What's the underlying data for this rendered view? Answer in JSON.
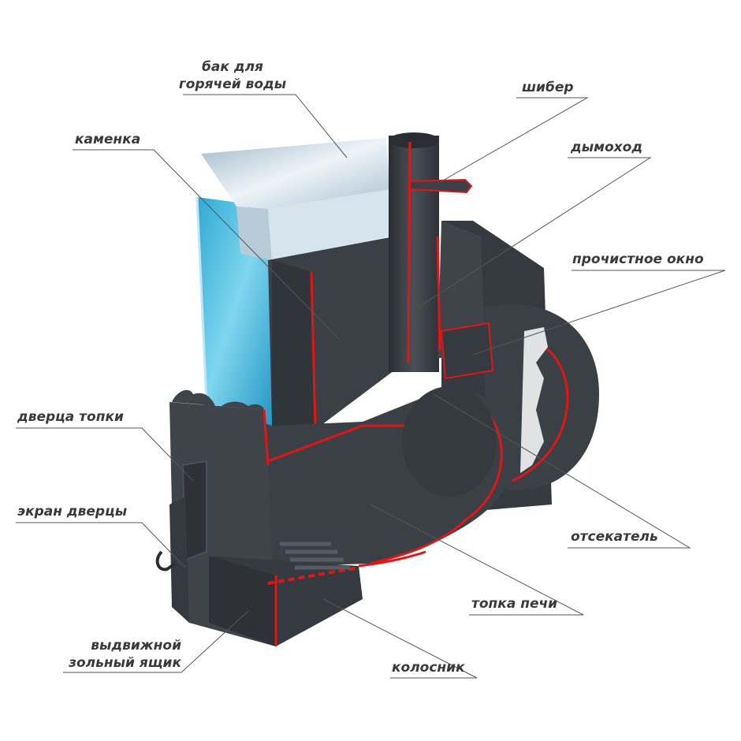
{
  "labels": {
    "hot_water_tank": "бак для\nгорячей воды",
    "heater_stones": "каменка",
    "damper": "шибер",
    "chimney": "дымоход",
    "cleaning_window": "прочистное окно",
    "firebox_door": "дверца топки",
    "door_screen": "экран дверцы",
    "cutter": "отсекатель",
    "firebox": "топка печи",
    "ash_drawer": "выдвижной\nзольный ящик",
    "grate": "колосник"
  },
  "colors": {
    "steel": "#3b4047",
    "steel_dark": "#2e3238",
    "steel_light": "#4a5058",
    "cut_edge": "#e01515",
    "water": "#4fc3e0",
    "lid": "#c9dbe8",
    "leader": "#555555"
  }
}
